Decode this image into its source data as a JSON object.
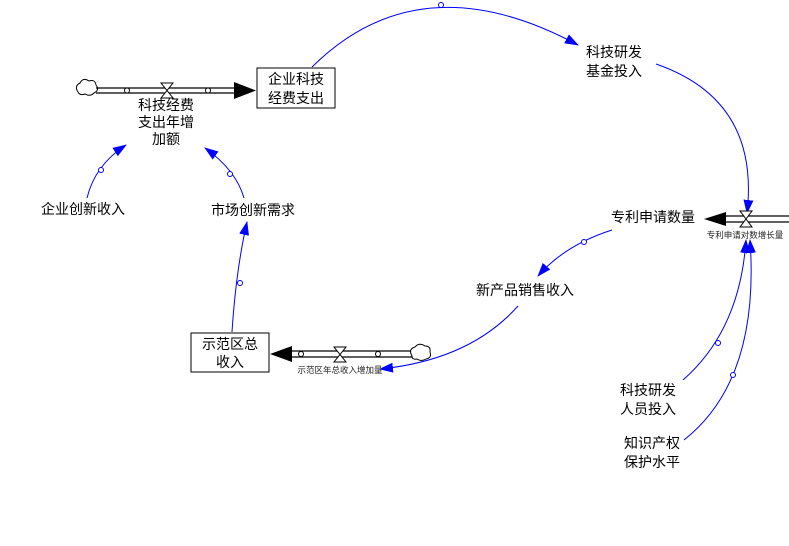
{
  "stocks": {
    "enterprise_rd_spending": [
      "企业科技",
      "经费支出"
    ],
    "demo_zone_revenue": [
      "示范区总",
      "收入"
    ]
  },
  "flows": {
    "rd_spending_increase": [
      "科技经费",
      "支出年增",
      "加额"
    ],
    "patent_log_growth": "专利申请对数增长量",
    "revenue_increase": "示范区年总收入增加量"
  },
  "variables": {
    "rd_fund": [
      "科技研发",
      "基金投入"
    ],
    "patent_count": "专利申请数量",
    "new_product_sales": "新产品销售收入",
    "market_demand": "市场创新需求",
    "enterprise_innovation_income": "企业创新收入",
    "rd_personnel": [
      "科技研发",
      "人员投入"
    ],
    "ip_protection": [
      "知识产权",
      "保护水平"
    ]
  },
  "colors": {
    "link": "#0000ff",
    "pipe": "#000000"
  }
}
